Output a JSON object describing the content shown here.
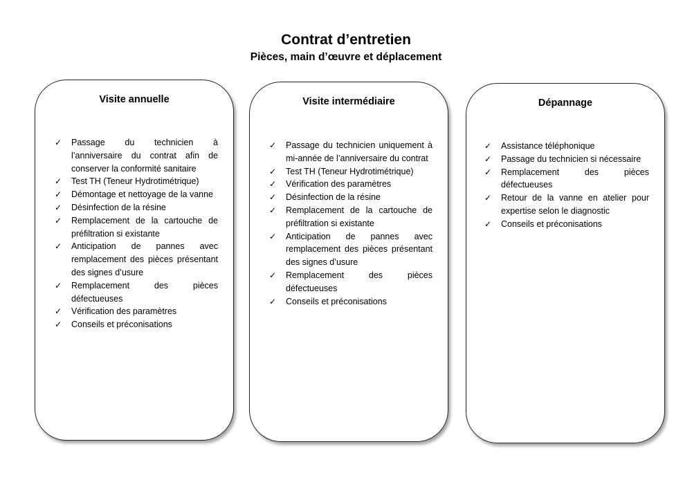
{
  "header": {
    "title": "Contrat d’entretien",
    "subtitle": "Pièces, main d’œuvre et déplacement"
  },
  "cards": [
    {
      "title": "Visite annuelle",
      "items": [
        "Passage du technicien à l’anniversaire du contrat afin de conserver la conformité sanitaire",
        "Test TH (Teneur Hydrotimétrique)",
        "Démontage et nettoyage de la vanne",
        "Désinfection de la résine",
        "Remplacement de la cartouche de préfiltration si existante",
        "Anticipation de pannes avec remplacement des pièces présentant des signes d’usure",
        "Remplacement des pièces défectueuses",
        "Vérification des paramètres",
        "Conseils et préconisations"
      ]
    },
    {
      "title": "Visite intermédiaire",
      "items": [
        "Passage du technicien uniquement à mi-année de l’anniversaire du contrat",
        "Test TH (Teneur Hydrotimétrique)",
        "Vérification des paramètres",
        "Désinfection de la résine",
        "Remplacement de la cartouche de préfiltration si existante",
        "Anticipation de pannes avec remplacement des pièces présentant des signes d’usure",
        "Remplacement des pièces défectueuses",
        "Conseils et préconisations"
      ]
    },
    {
      "title": "Dépannage",
      "items": [
        "Assistance téléphonique",
        "Passage du technicien si nécessaire",
        "Remplacement des pièces défectueuses",
        "Retour de la vanne en atelier pour expertise selon le diagnostic",
        "Conseils et préconisations"
      ]
    }
  ],
  "icons": {
    "bullet": "checkmark-icon",
    "bullet_glyph": "✓"
  }
}
